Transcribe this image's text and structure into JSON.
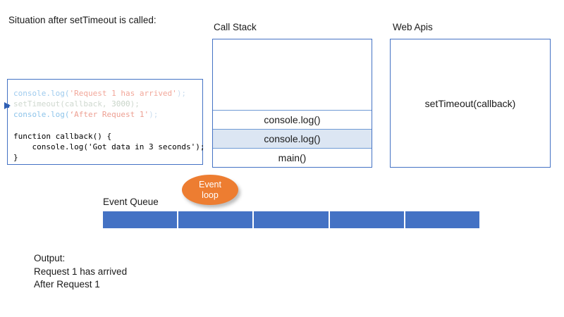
{
  "title": "Situation after setTimeout is called:",
  "code_panel": {
    "execution_marker": "current-line-arrow",
    "lines": [
      {
        "id": "line1",
        "state": "executed",
        "segments": [
          {
            "text": "console.log(",
            "style": "call-blue"
          },
          {
            "text": "'Request 1 has arrived'",
            "style": "str-red"
          },
          {
            "text": ");",
            "style": "paren"
          }
        ]
      },
      {
        "id": "line2",
        "state": "executed",
        "segments": [
          {
            "text": "setTimeout(callback, ",
            "style": "dim"
          },
          {
            "text": "3000",
            "style": "dim-num"
          },
          {
            "text": ");",
            "style": "dim"
          }
        ]
      },
      {
        "id": "line3",
        "state": "current",
        "segments": [
          {
            "text": "console.log(",
            "style": "call-blue2"
          },
          {
            "text": "‘After Request 1'",
            "style": "str-red2"
          },
          {
            "text": ");",
            "style": "paren"
          }
        ]
      },
      {
        "id": "line4",
        "state": "blank",
        "segments": [
          {
            "text": " ",
            "style": "black"
          }
        ]
      },
      {
        "id": "line5",
        "state": "pending",
        "segments": [
          {
            "text": "function callback() {",
            "style": "black"
          }
        ]
      },
      {
        "id": "line6",
        "state": "pending",
        "segments": [
          {
            "text": "    console.log('Got data in 3 seconds');",
            "style": "black"
          }
        ]
      },
      {
        "id": "line7",
        "state": "pending",
        "segments": [
          {
            "text": "}",
            "style": "black"
          }
        ]
      }
    ]
  },
  "call_stack": {
    "label": "Call Stack",
    "frames": [
      {
        "label": "console.log()",
        "highlighted": false
      },
      {
        "label": "console.log()",
        "highlighted": true
      },
      {
        "label": "main()",
        "highlighted": false
      }
    ]
  },
  "web_apis": {
    "label": "Web Apis",
    "entries": [
      "setTimeout(callback)"
    ]
  },
  "event_loop": {
    "line1": "Event",
    "line2": "loop"
  },
  "event_queue": {
    "label": "Event Queue",
    "segment_count": 5,
    "segments": [
      "",
      "",
      "",
      "",
      ""
    ]
  },
  "output": {
    "label": "Output:",
    "lines": [
      "Request 1 has arrived",
      "After Request 1"
    ]
  },
  "colors": {
    "box_border": "#4472c4",
    "queue_fill": "#4472c4",
    "event_loop_fill": "#ed7d31",
    "stack_highlight": "#dce6f3",
    "text": "#1a1a1a"
  }
}
